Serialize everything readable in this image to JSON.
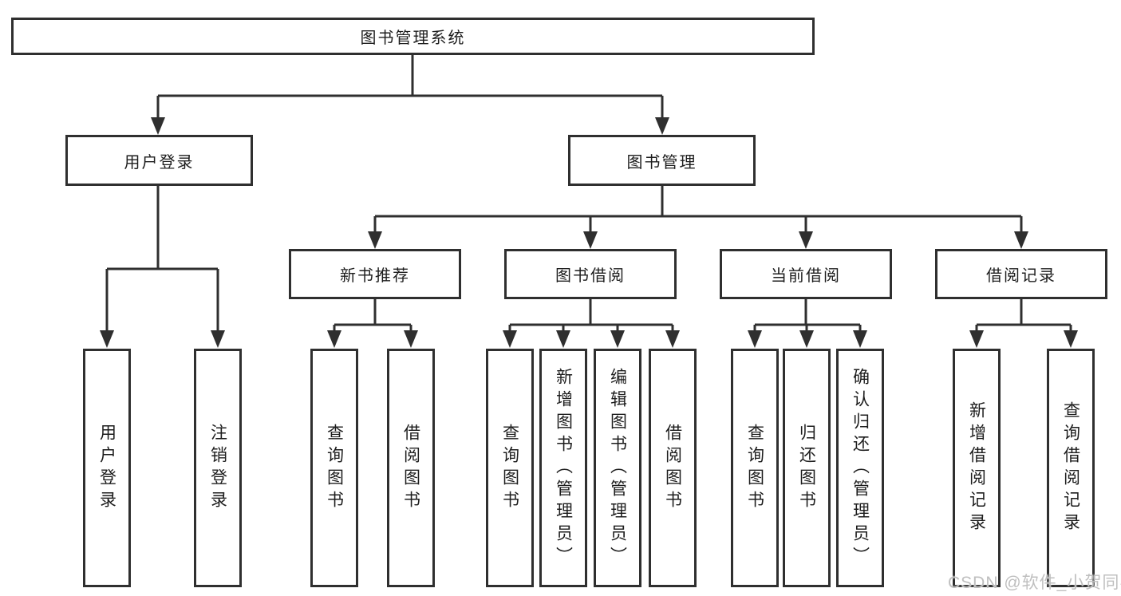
{
  "nodes": {
    "root": "图书管理系统",
    "level2": {
      "user_login": "用户登录",
      "book_management": "图书管理"
    },
    "level3": {
      "new_book_recommend": "新书推荐",
      "book_borrowing": "图书借阅",
      "current_borrowing": "当前借阅",
      "borrowing_records": "借阅记录"
    },
    "leaves": {
      "user_login": [
        "用户登录",
        "注销登录"
      ],
      "new_book_recommend": [
        "查询图书",
        "借阅图书"
      ],
      "book_borrowing": [
        "查询图书",
        "新增图书（管理员）",
        "编辑图书（管理员）",
        "借阅图书"
      ],
      "current_borrowing": [
        "查询图书",
        "归还图书",
        "确认归还（管理员）"
      ],
      "borrowing_records": [
        "新增借阅记录",
        "查询借阅记录"
      ]
    }
  },
  "watermark": "CSDN @软件_小贺同学",
  "colors": {
    "line": "#2f2f2f",
    "text": "#1d1d1d",
    "background": "#ffffff",
    "watermark": "#bfbfbf"
  }
}
